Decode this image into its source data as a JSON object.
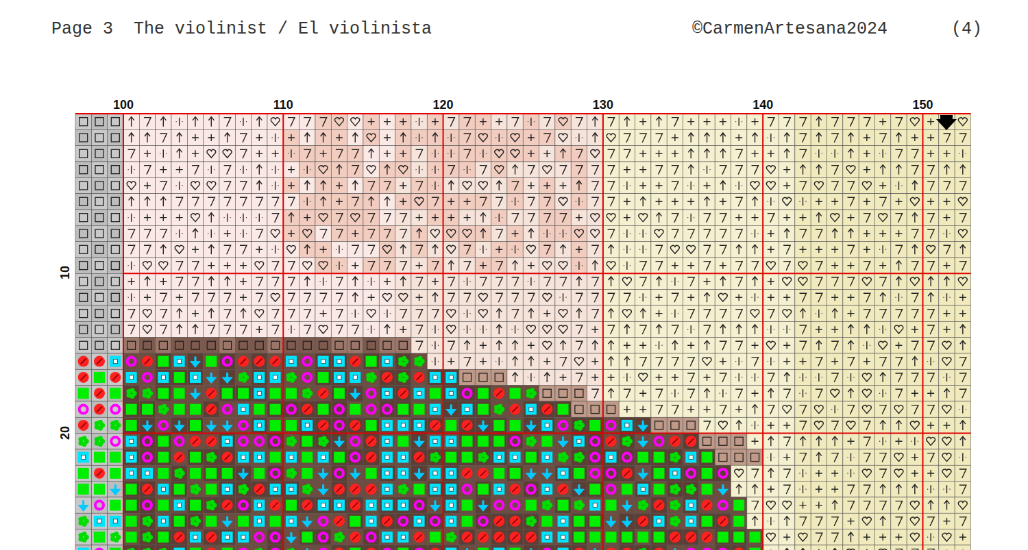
{
  "diagram": {
    "title": "Page 3  The violinist / El violinista",
    "labels": [
      "©CarmenArtesana2024",
      "(4)",
      "100",
      "110",
      "120",
      "130",
      "140",
      "150",
      "10",
      "20"
    ]
  }
}
